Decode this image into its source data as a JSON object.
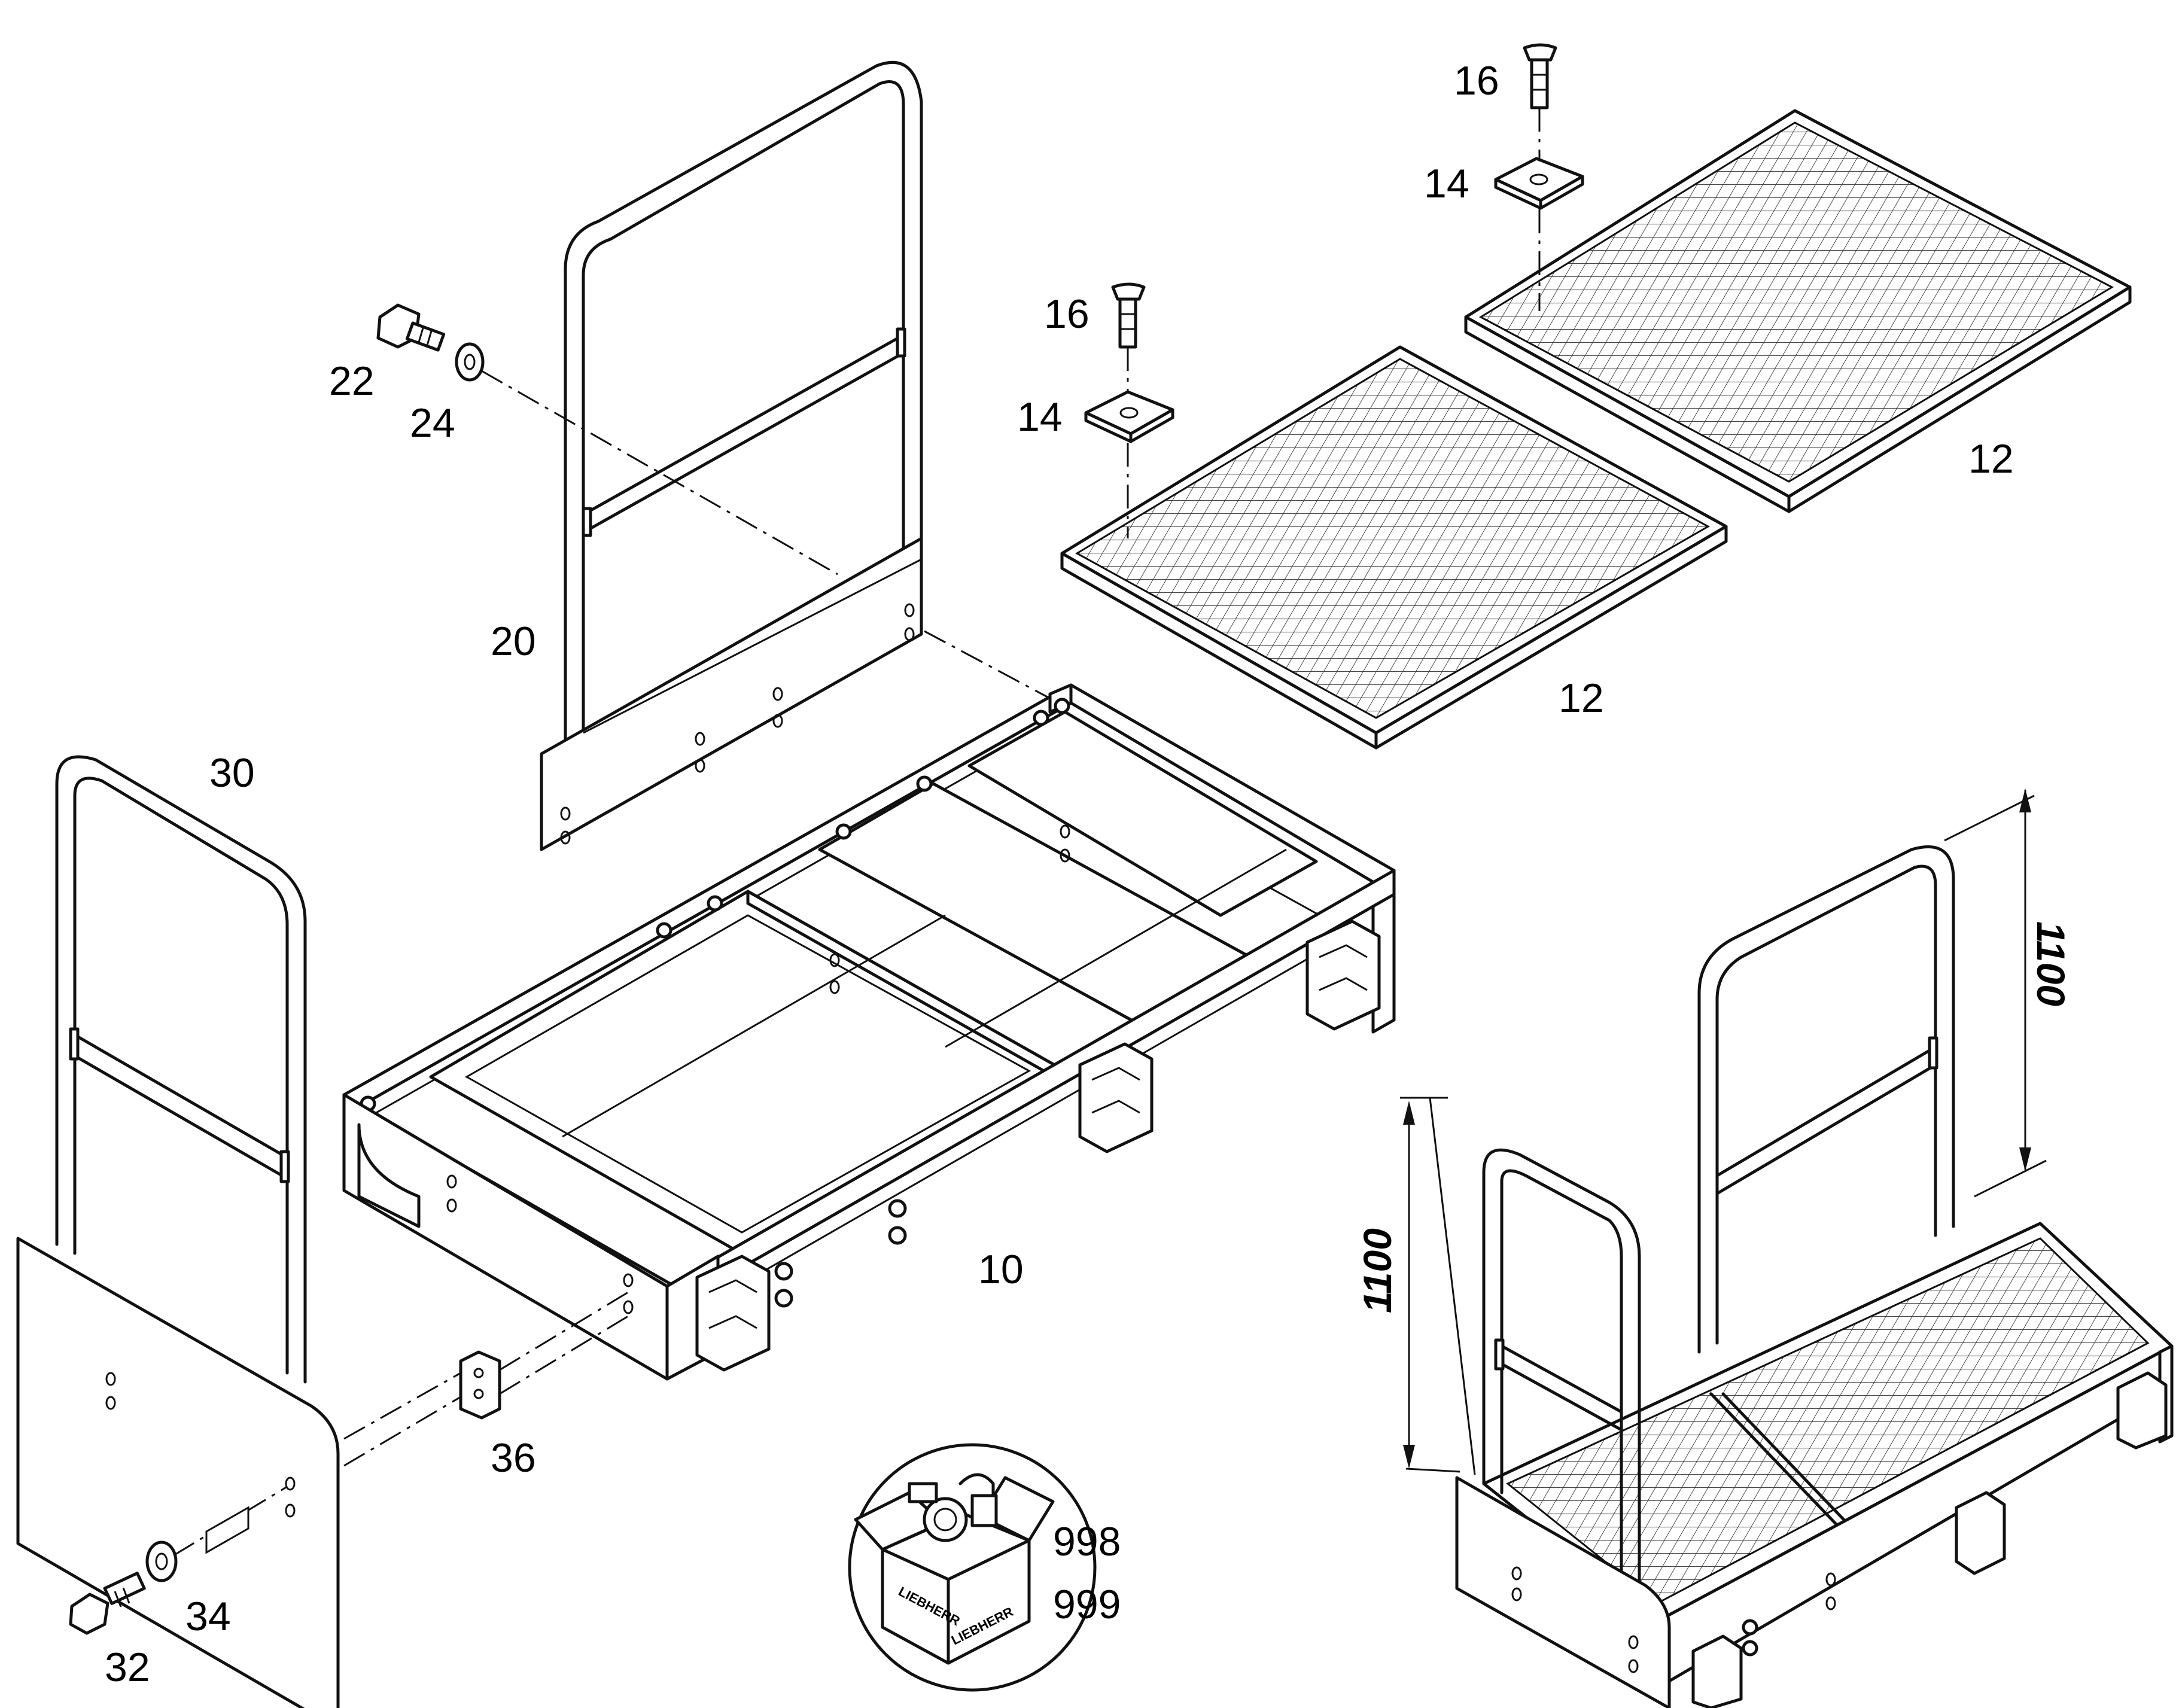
{
  "callouts": {
    "c10": "10",
    "c12a": "12",
    "c12b": "12",
    "c14a": "14",
    "c14b": "14",
    "c16a": "16",
    "c16b": "16",
    "c20": "20",
    "c22": "22",
    "c24": "24",
    "c30": "30",
    "c32": "32",
    "c34": "34",
    "c36": "36",
    "c998": "998",
    "c999": "999"
  },
  "dimensions": {
    "front_height": "1100",
    "rear_height": "1100"
  },
  "logo": {
    "brand": "LIEBHERR"
  }
}
